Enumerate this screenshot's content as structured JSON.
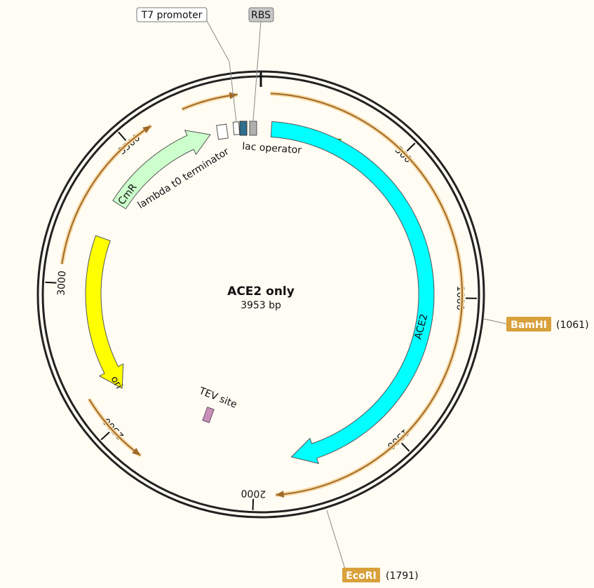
{
  "map": {
    "title": "ACE2 only",
    "length_label": "3953 bp",
    "total_bp": 3953
  },
  "ticks": [
    {
      "bp": 500,
      "label": "500"
    },
    {
      "bp": 1000,
      "label": "1000"
    },
    {
      "bp": 1500,
      "label": "1500"
    },
    {
      "bp": 2000,
      "label": "2000"
    },
    {
      "bp": 2500,
      "label": "2500"
    },
    {
      "bp": 3000,
      "label": "3000"
    },
    {
      "bp": 3500,
      "label": "3500"
    }
  ],
  "enzymes": [
    {
      "name": "BamHI",
      "position": 1061,
      "position_label": "(1061)",
      "color": "#d9a13b"
    },
    {
      "name": "EcoRI",
      "position": 1791,
      "position_label": "(1791)",
      "color": "#d9a13b"
    }
  ],
  "features": [
    {
      "name": "ACE2",
      "start": 40,
      "end": 1860,
      "direction": "forward",
      "color": "#00ffff"
    },
    {
      "name": "ori",
      "start": 2590,
      "end": 3180,
      "direction": "reverse",
      "color": "#ffff00"
    },
    {
      "name": "CmR",
      "start": 3320,
      "end": 3760,
      "direction": "forward",
      "color": "#ccffcc"
    },
    {
      "name": "lambda t0 terminator",
      "color": "#ffffff"
    },
    {
      "name": "T7 promoter",
      "color": "#ffffff"
    },
    {
      "name": "RBS",
      "color": "#b0b0b0"
    },
    {
      "name": "lac operator",
      "color": "#2f6f8f"
    },
    {
      "name": "TEV site",
      "color": "#c890b8"
    }
  ],
  "orf_arcs_color": "#a0692a",
  "inner_orf_color": "#4a9a1a"
}
